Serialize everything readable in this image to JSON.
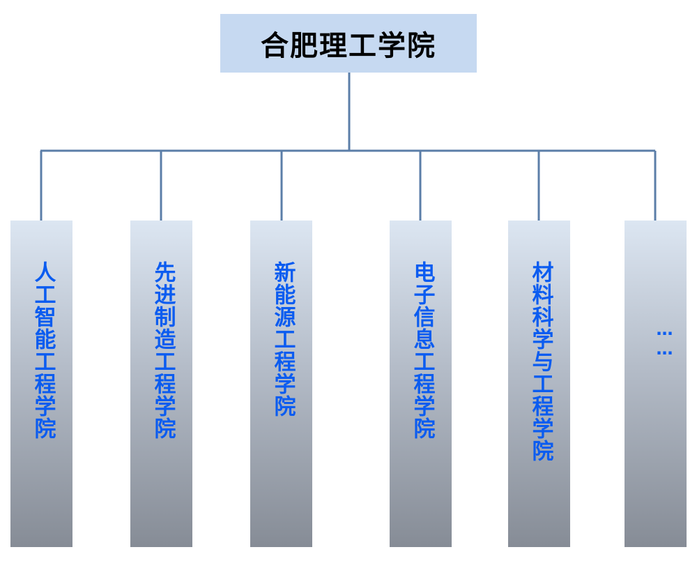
{
  "diagram": {
    "root": {
      "label": "合肥理工学院"
    },
    "children": [
      {
        "label": "人工智能工程学院"
      },
      {
        "label": "先进制造工程学院"
      },
      {
        "label": "新能源工程学院"
      },
      {
        "label": "电子信息工程学院"
      },
      {
        "label": "材料科学与工程学院"
      },
      {
        "label": "……"
      }
    ]
  },
  "colors": {
    "root_fill": "#c6d9f1",
    "connector": "#5b7ea8",
    "child_text": "#0b5cf0",
    "child_fill_top": "#dce6f2",
    "child_fill_bottom": "#868c96"
  }
}
